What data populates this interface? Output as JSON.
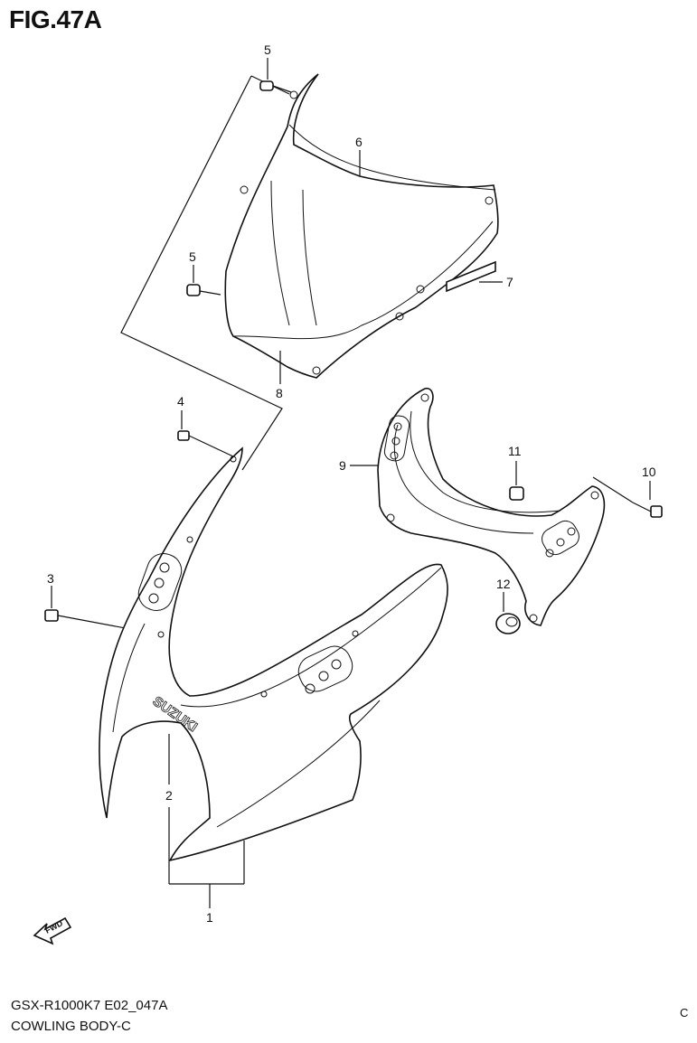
{
  "figure": {
    "title": "FIG.47A",
    "model_code": "GSX-R1000K7 E02_047A",
    "section_name": "COWLING BODY-C",
    "edge_char": "C"
  },
  "logo_text": "SUZUKI",
  "fwd_label": "FWD",
  "callouts": [
    "5",
    "6",
    "5",
    "7",
    "8",
    "4",
    "3",
    "2",
    "1",
    "9",
    "11",
    "10",
    "12"
  ]
}
